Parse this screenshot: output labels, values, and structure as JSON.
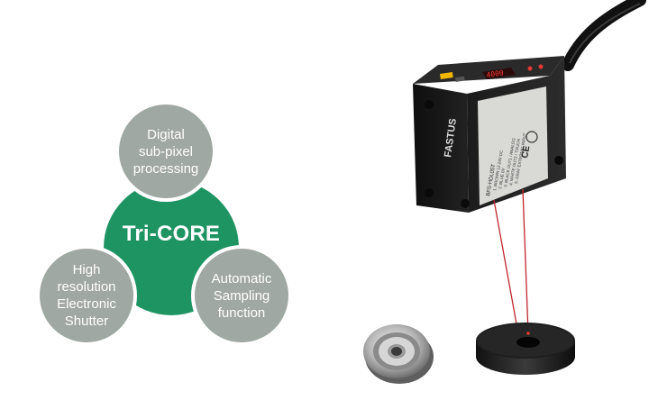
{
  "diagram": {
    "center": "Tri-CORE",
    "top": "Digital\nsub-pixel\nprocessing",
    "left": "High\nresolution\nElectronic\nShutter",
    "right": "Automatic\nSampling\nfunction"
  },
  "product": {
    "display_value": "4000",
    "brand": "FASTUS",
    "model": "BFS-HDL05T",
    "label_lines": [
      "1. BROWN 12-24V DC",
      "2. BLUE 0V",
      "3. BLACK OUT1 / ANALOG",
      "4. WHITE OUT2 / TOUCH",
      "5. GRAY EXTERNAL INPUT"
    ]
  },
  "colors": {
    "core_green": "#1f9463",
    "feature_gray": "#9fa8a2",
    "laser": "#c0272d"
  }
}
